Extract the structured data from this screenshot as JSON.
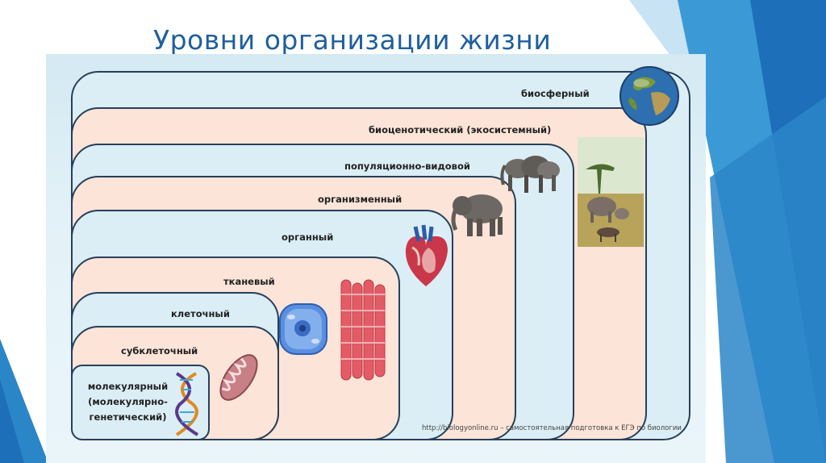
{
  "slide": {
    "title": "Уровни организации жизни"
  },
  "levels": [
    {
      "id": "biosphere",
      "label": "биосферный"
    },
    {
      "id": "biocenotic",
      "label": "биоценотический (экосистемный)"
    },
    {
      "id": "population",
      "label": "популяционно-видовой"
    },
    {
      "id": "organism",
      "label": "организменный"
    },
    {
      "id": "organ",
      "label": "органный"
    },
    {
      "id": "tissue",
      "label": "тканевый"
    },
    {
      "id": "cellular",
      "label": "клеточный"
    },
    {
      "id": "subcellular",
      "label": "субклеточный"
    },
    {
      "id": "molecular",
      "label": "молекулярный (молекулярно-генетический)"
    }
  ],
  "credit": "http://biologyonline.ru – самостоятельная подготовка к ЕГЭ по биологии",
  "colors": {
    "title": "#1f5f9f",
    "border": "#27405c",
    "blue_fill": "#dbeef5",
    "peach_fill": "#fce4d8",
    "accent_blue": "#2b86c8"
  },
  "icons": [
    "earth-globe",
    "savanna-ecosystem",
    "elephant-herd",
    "elephant",
    "heart",
    "muscle-tissue",
    "animal-cell",
    "mitochondrion",
    "dna-helix"
  ]
}
